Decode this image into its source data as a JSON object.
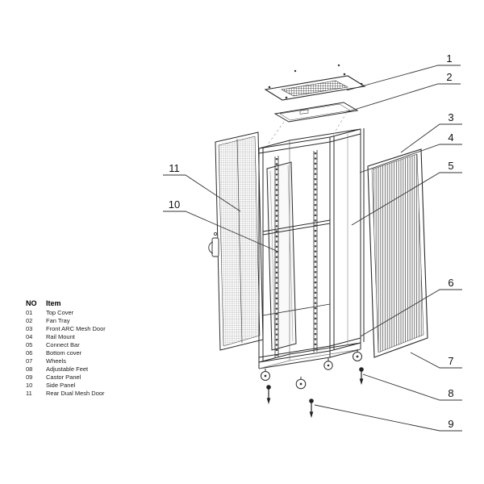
{
  "diagram": {
    "callouts": [
      {
        "label": "1"
      },
      {
        "label": "2"
      },
      {
        "label": "3"
      },
      {
        "label": "4"
      },
      {
        "label": "5"
      },
      {
        "label": "6"
      },
      {
        "label": "7"
      },
      {
        "label": "8"
      },
      {
        "label": "9"
      },
      {
        "label": "10"
      },
      {
        "label": "11"
      }
    ],
    "line_color": "#2a2a2a",
    "mesh_color": "#555555"
  },
  "parts_table": {
    "header": {
      "no": "NO",
      "item": "Item"
    },
    "rows": [
      {
        "no": "01",
        "item": "Top Cover"
      },
      {
        "no": "02",
        "item": "Fan Tray"
      },
      {
        "no": "03",
        "item": "Front ARC Mesh Door"
      },
      {
        "no": "04",
        "item": "Rail Mount"
      },
      {
        "no": "05",
        "item": "Connect Bar"
      },
      {
        "no": "06",
        "item": "Bottom cover"
      },
      {
        "no": "07",
        "item": "Wheels"
      },
      {
        "no": "08",
        "item": "Adjustable Feet"
      },
      {
        "no": "09",
        "item": "Castor Panel"
      },
      {
        "no": "10",
        "item": "Side Panel"
      },
      {
        "no": "11",
        "item": "Rear Dual Mesh Door"
      }
    ]
  }
}
